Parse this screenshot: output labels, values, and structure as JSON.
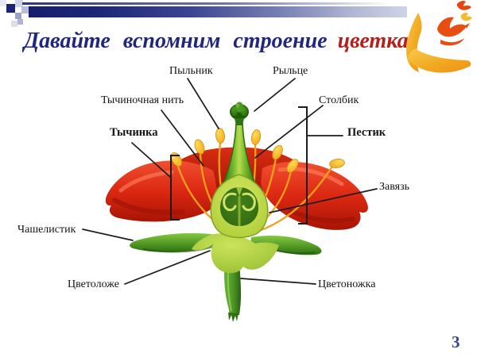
{
  "slide": {
    "title": {
      "text_main": "Давайте вспомним строение",
      "text_highlight": "цветка"
    },
    "page_number": "3"
  },
  "header": {
    "decoration": "navy-gradient-bar-with-checker-squares"
  },
  "logo": {
    "name": "hand-with-birds-logo",
    "icons": [
      "hand-swoosh-icon",
      "bird-icon",
      "tiny-bird-red-icon",
      "tiny-bird-yellow-icon"
    ],
    "colors": {
      "hand": "#F2A93B",
      "bird": "#E84E12",
      "tiny_bird_yellow": "#F3BB2E"
    }
  },
  "diagram": {
    "name": "flower-structure-cross-section",
    "labels": [
      {
        "text": "Пыльник",
        "bold": false
      },
      {
        "text": "Рыльце",
        "bold": false
      },
      {
        "text": "Тычиночная нить",
        "bold": false
      },
      {
        "text": "Столбик",
        "bold": false
      },
      {
        "text": "Тычинка",
        "bold": true
      },
      {
        "text": "Пестик",
        "bold": true
      },
      {
        "text": "Завязь",
        "bold": false
      },
      {
        "text": "Чашелистик",
        "bold": false
      },
      {
        "text": "Цветоложе",
        "bold": false
      },
      {
        "text": "Цветоножка",
        "bold": false
      }
    ]
  },
  "palette": {
    "title_blue": "#20277D",
    "title_red": "#B5201C",
    "bar_navy": "#1B2472",
    "bar_light": "#CDD1E4",
    "petal_red": "#E02C17",
    "anther_yellow": "#F6B520",
    "pistil_green": "#3C8816",
    "ovary_green": "#B5D43B",
    "sepal_green": "#2E7211",
    "label_black": "#1C1C1C",
    "page_number_blue": "#35478F"
  }
}
